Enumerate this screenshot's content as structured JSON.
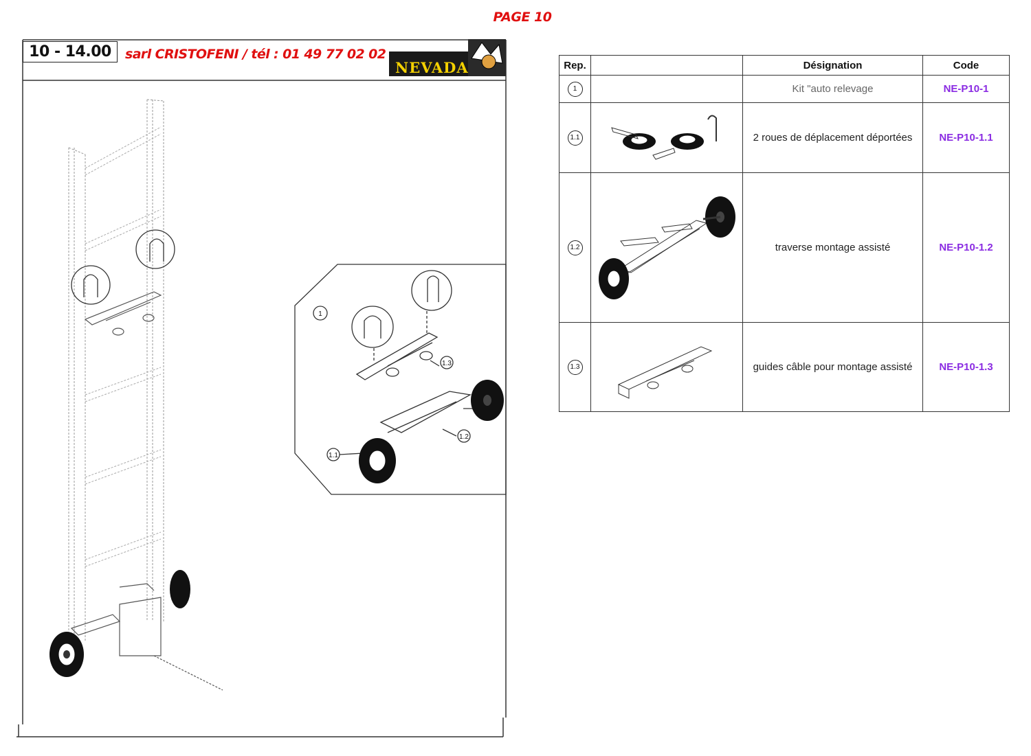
{
  "page": {
    "title": "PAGE 10"
  },
  "header": {
    "model_code": "10 - 14.00",
    "company": "sarl CRISTOFENI / tél : 01 49 77 02 02",
    "brand": "NEVADA"
  },
  "drawing": {
    "detail_marker": "1",
    "callouts": [
      "1.1",
      "1.2",
      "1.3"
    ]
  },
  "table": {
    "headers": {
      "rep": "Rep.",
      "image": "",
      "designation": "Désignation",
      "code": "Code"
    },
    "rows": [
      {
        "rep": "1",
        "designation": "Kit \"auto relevage",
        "code": "NE-P10-1"
      },
      {
        "rep": "1.1",
        "designation": "2 roues de déplacement déportées",
        "code": "NE-P10-1.1"
      },
      {
        "rep": "1.2",
        "designation": "traverse montage assisté",
        "code": "NE-P10-1.2"
      },
      {
        "rep": "1.3",
        "designation": "guides câble pour montage assisté",
        "code": "NE-P10-1.3"
      }
    ]
  },
  "colors": {
    "title_red": "#e01010",
    "code_purple": "#8a2be2",
    "brand_yellow": "#f3d000"
  }
}
